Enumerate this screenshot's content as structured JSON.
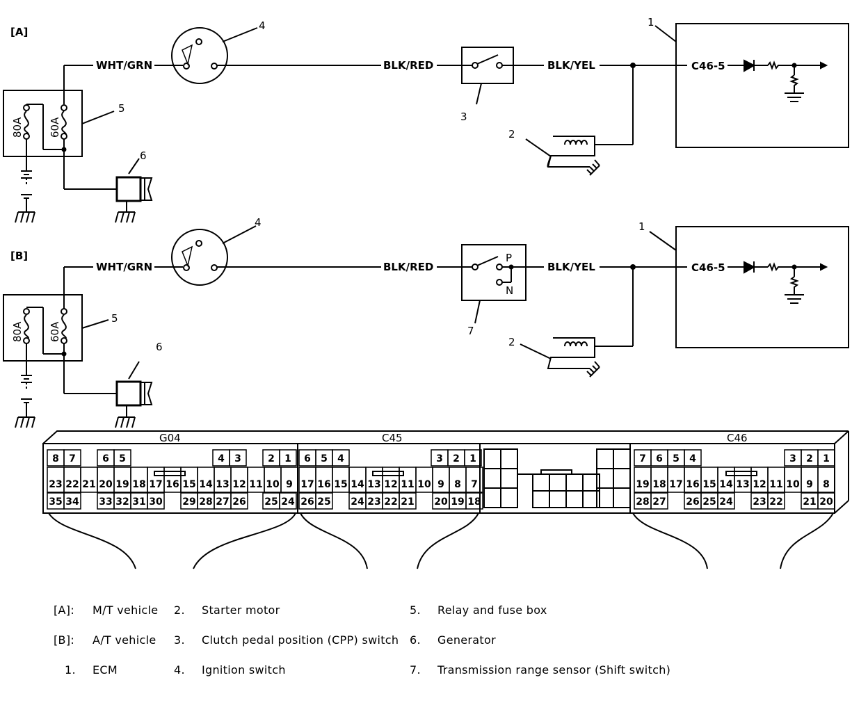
{
  "sections": [
    {
      "tag": "[A]",
      "ign_wire": "WHT/GRN",
      "mid_wire": "BLK/RED",
      "out_wire": "BLK/YEL",
      "terminal": "C46-5",
      "fuse_a": "80A",
      "fuse_b": "60A",
      "switch_callout": "3",
      "switch_p": "",
      "switch_n": ""
    },
    {
      "tag": "[B]",
      "ign_wire": "WHT/GRN",
      "mid_wire": "BLK/RED",
      "out_wire": "BLK/YEL",
      "terminal": "C46-5",
      "fuse_a": "80A",
      "fuse_b": "60A",
      "switch_callout": "7",
      "switch_p": "P",
      "switch_n": "N"
    }
  ],
  "callouts": {
    "ecm": "1",
    "starter": "2",
    "ignition": "4",
    "relay_box": "5",
    "generator": "6"
  },
  "connectors": {
    "g04": {
      "name": "G04",
      "top": [
        "8",
        "7",
        "6",
        "5",
        "4",
        "3",
        "2",
        "1"
      ],
      "mid": [
        "23",
        "22",
        "21",
        "20",
        "19",
        "18",
        "17",
        "16",
        "15",
        "14",
        "13",
        "12",
        "11",
        "10",
        "9"
      ],
      "bot": [
        "35",
        "34",
        "33",
        "32",
        "31",
        "30",
        "29",
        "28",
        "27",
        "26",
        "25",
        "24"
      ]
    },
    "c45": {
      "name": "C45",
      "top": [
        "6",
        "5",
        "4",
        "3",
        "2",
        "1"
      ],
      "mid": [
        "17",
        "16",
        "15",
        "14",
        "13",
        "12",
        "11",
        "10",
        "9",
        "8",
        "7"
      ],
      "bot": [
        "26",
        "25",
        "24",
        "23",
        "22",
        "21",
        "20",
        "19",
        "18"
      ]
    },
    "c46": {
      "name": "C46",
      "top": [
        "7",
        "6",
        "5",
        "4",
        "3",
        "2",
        "1"
      ],
      "mid": [
        "19",
        "18",
        "17",
        "16",
        "15",
        "14",
        "13",
        "12",
        "11",
        "10",
        "9",
        "8"
      ],
      "bot": [
        "28",
        "27",
        "26",
        "25",
        "24",
        "23",
        "22",
        "21",
        "20"
      ]
    }
  },
  "legend": [
    {
      "key": "[A]:",
      "text": "M/T vehicle"
    },
    {
      "key": "[B]:",
      "text": "A/T vehicle"
    },
    {
      "key": "1.",
      "text": "ECM"
    },
    {
      "key": "2.",
      "text": "Starter motor"
    },
    {
      "key": "3.",
      "text": "Clutch pedal position (CPP) switch"
    },
    {
      "key": "4.",
      "text": "Ignition switch"
    },
    {
      "key": "5.",
      "text": "Relay and fuse box"
    },
    {
      "key": "6.",
      "text": "Generator"
    },
    {
      "key": "7.",
      "text": "Transmission range sensor (Shift switch)"
    }
  ]
}
